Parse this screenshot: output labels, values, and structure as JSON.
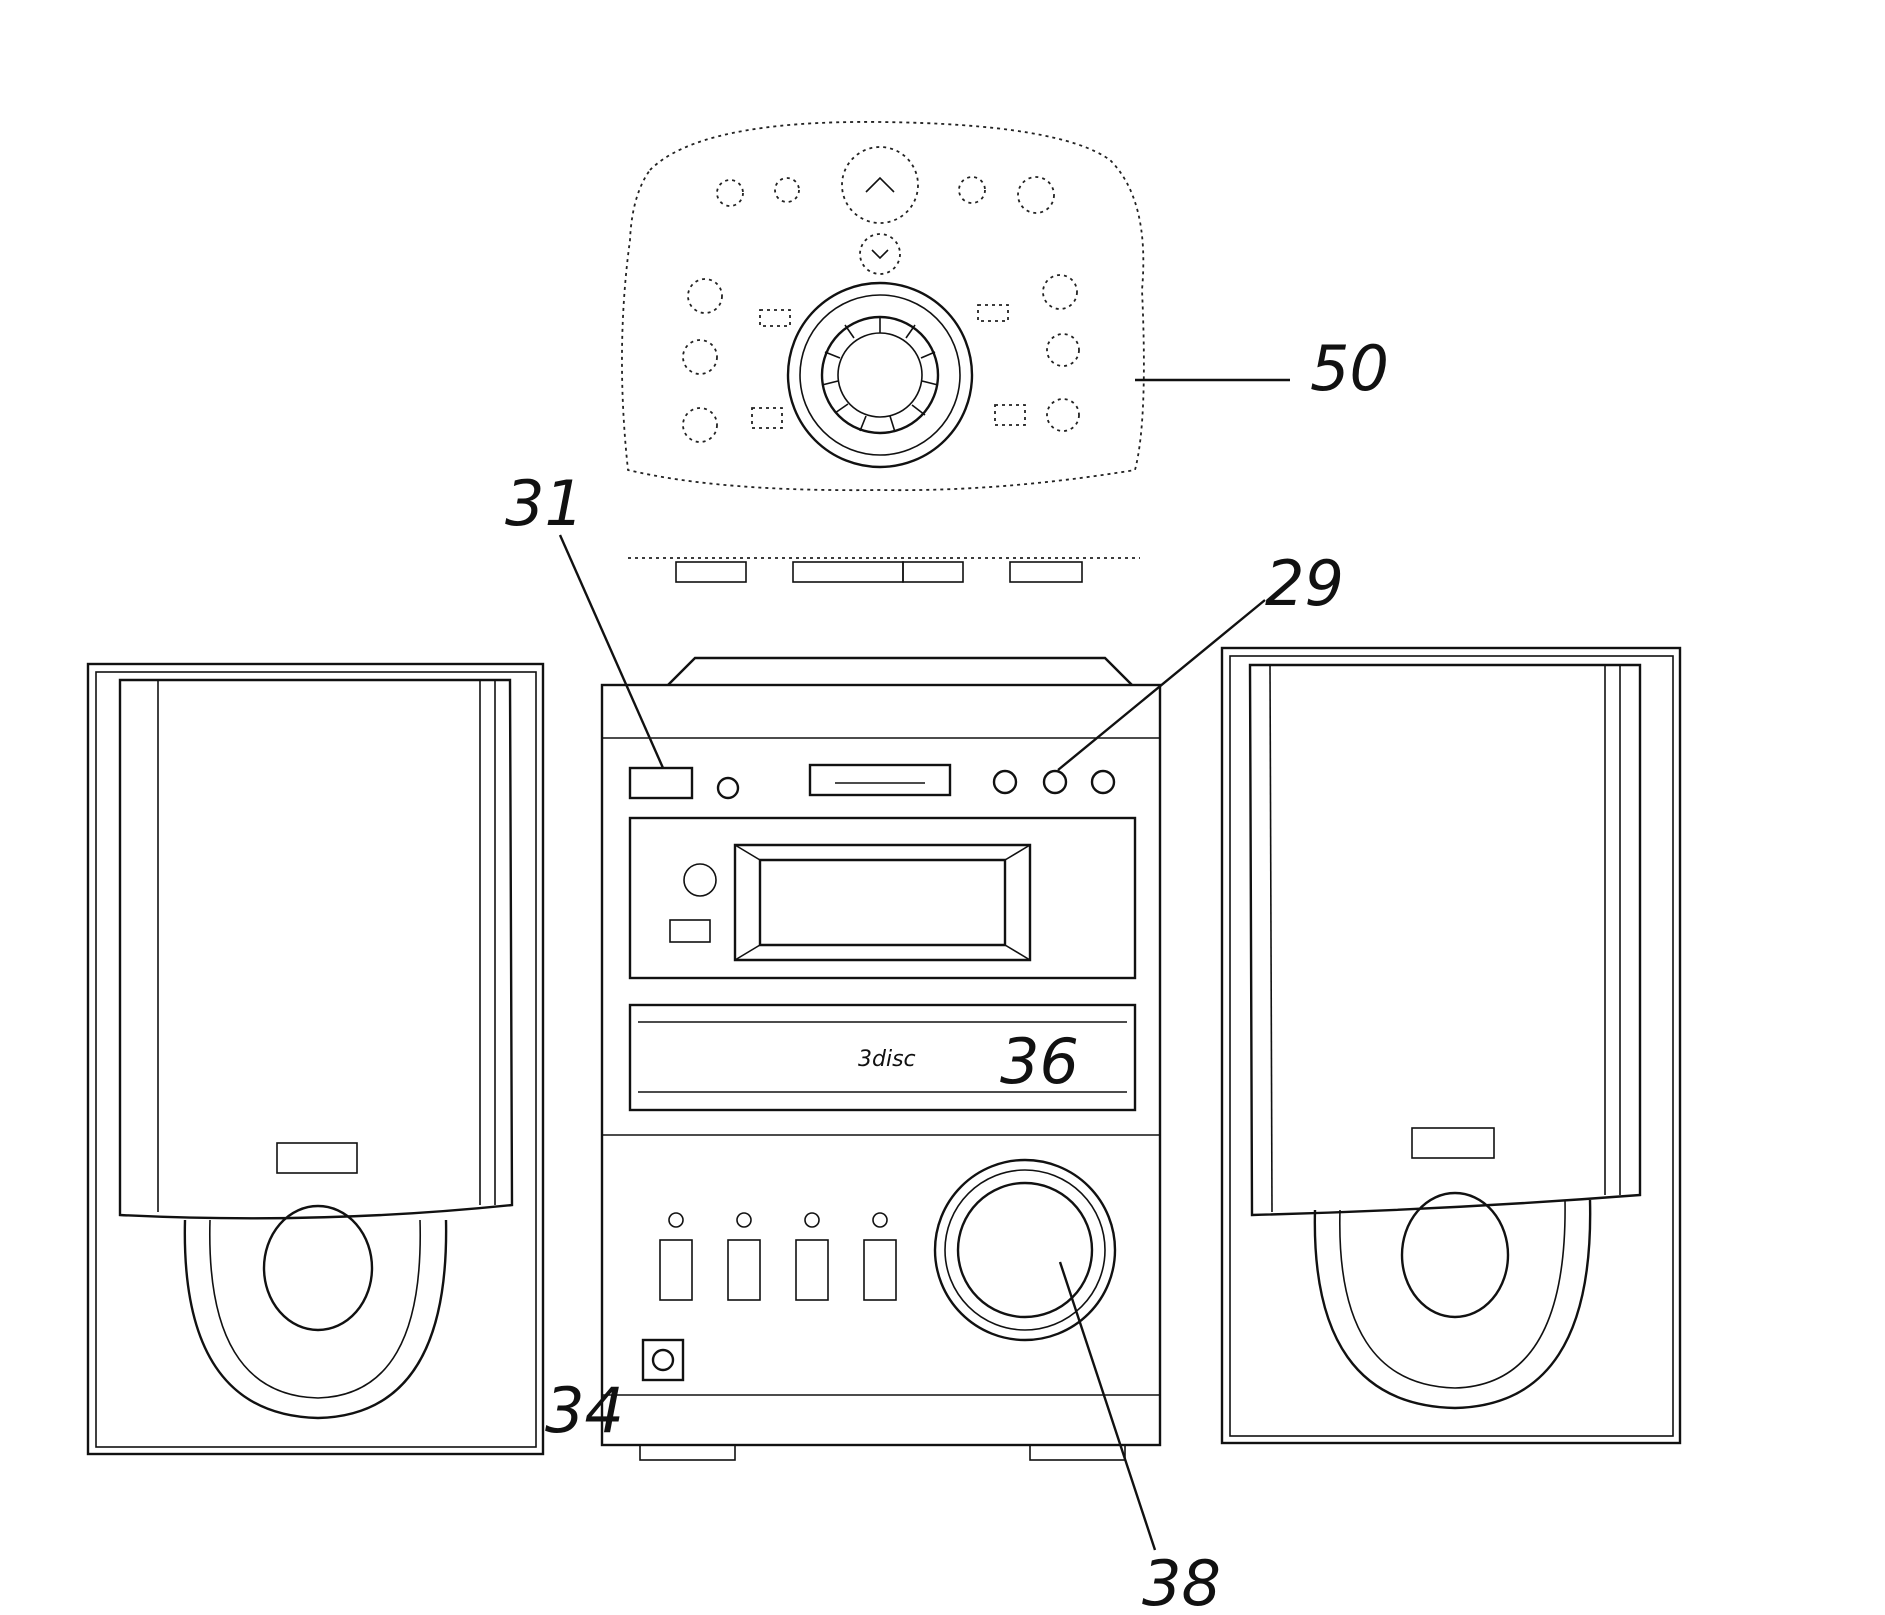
{
  "reference_numerals": {
    "remote": "50",
    "power_button": "31",
    "disc_buttons": "29",
    "cd_tray": "36",
    "main_unit": "34",
    "volume_knob": "38"
  },
  "cd_tray_label": "3disc"
}
